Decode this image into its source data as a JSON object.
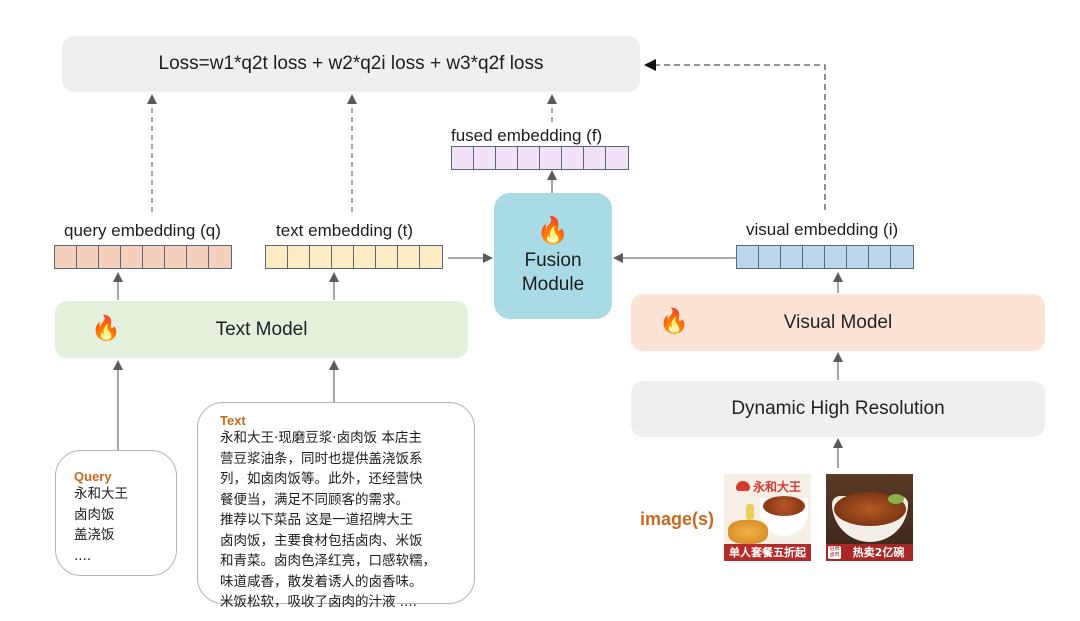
{
  "loss": {
    "formula": "Loss=w1*q2t loss + w2*q2i loss + w3*q2f loss"
  },
  "fusion_module": {
    "line1": "Fusion",
    "line2": "Module",
    "icon": "fire-icon"
  },
  "text_model": {
    "label": "Text Model",
    "icon": "fire-icon"
  },
  "visual_model": {
    "label": "Visual Model",
    "icon": "fire-icon"
  },
  "dynamic_resolution": {
    "label": "Dynamic High Resolution"
  },
  "embeddings": {
    "query": {
      "label": "query embedding (q)",
      "cells": 8,
      "color": "#f4d0bc"
    },
    "text": {
      "label": "text embedding (t)",
      "cells": 8,
      "color": "#fdebc4"
    },
    "fused": {
      "label": "fused embedding (f)",
      "cells": 8,
      "color": "#f1e3f7"
    },
    "visual": {
      "label": "visual embedding (i)",
      "cells": 8,
      "color": "#bcd7ed"
    }
  },
  "query_card": {
    "title": "Query",
    "lines": [
      "永和大王",
      "卤肉饭",
      "盖浇饭",
      "...."
    ]
  },
  "text_card": {
    "title": "Text",
    "lines": [
      "永和大王·现磨豆浆·卤肉饭 本店主",
      "营豆浆油条，同时也提供盖浇饭系",
      "列，如卤肉饭等。此外，还经营快",
      "餐便当，满足不同顾客的需求。",
      "推荐以下菜品 这是一道招牌大王",
      "卤肉饭，主要食材包括卤肉、米饭",
      "和青菜。卤肉色泽红亮，口感软糯，",
      "味道咸香，散发着诱人的卤香味。",
      "米饭松软，吸收了卤肉的汁液 ...."
    ]
  },
  "images": {
    "label": "image(s)",
    "items": [
      {
        "brand": "永和大王",
        "banner": "单人套餐五折起"
      },
      {
        "badge": "招牌卤肉",
        "banner": "热卖2亿碗"
      }
    ]
  },
  "colors": {
    "accent_orange": "#c86a1e",
    "arrow": "#666666"
  }
}
